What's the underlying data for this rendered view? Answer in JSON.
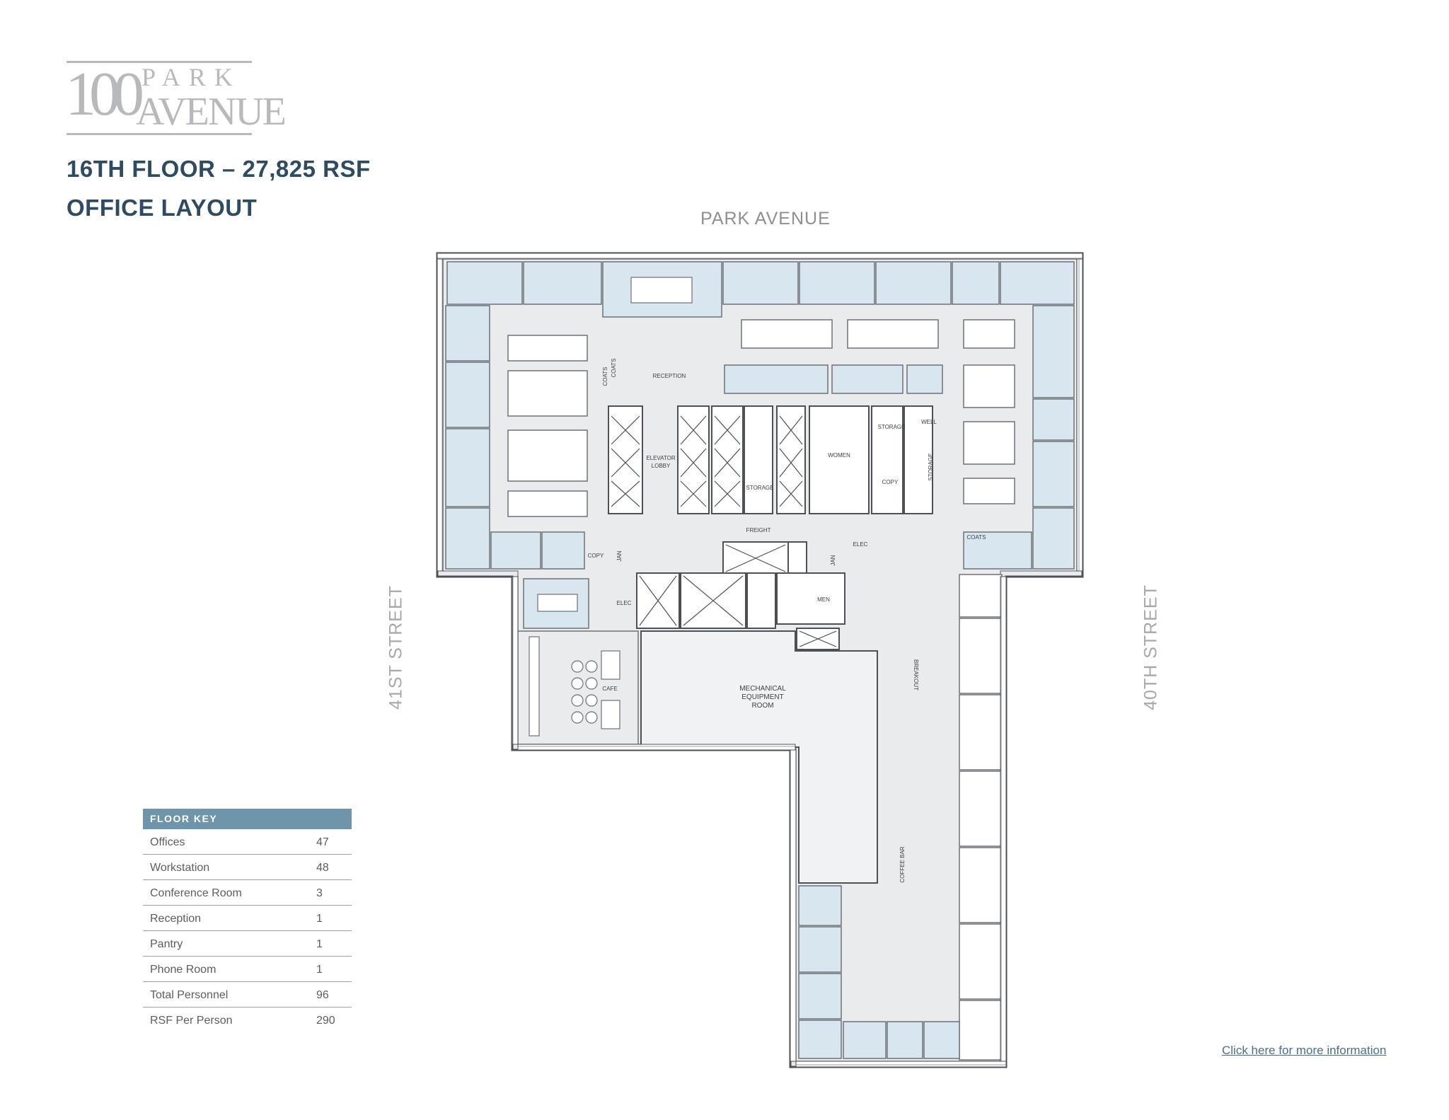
{
  "logo": {
    "number": "100",
    "line1": "PARK",
    "line2": "AVENUE"
  },
  "heading": {
    "floor": "16TH FLOOR – 27,825 RSF",
    "layout": "OFFICE LAYOUT"
  },
  "streets": {
    "top": "PARK AVENUE",
    "left": "41ST STREET",
    "right": "40TH STREET"
  },
  "rooms": {
    "reception": "RECEPTION",
    "elevator_lobby_1": "ELEVATOR",
    "elevator_lobby_2": "LOBBY",
    "women": "WOMEN",
    "men": "MEN",
    "storage_a": "STORAGE",
    "storage_b": "STORAGE",
    "storage_c": "STORAGE",
    "well": "WELL",
    "copy_a": "COPY",
    "copy_b": "COPY",
    "freight": "FREIGHT",
    "elec_a": "ELEC",
    "elec_b": "ELEC",
    "jan_a": "JAN",
    "jan_b": "JAN",
    "coats_a": "COATS",
    "coats_b": "COATS",
    "coats_c": "COATS",
    "cafe": "CAFE",
    "mech_1": "MECHANICAL",
    "mech_2": "EQUIPMENT",
    "mech_3": "ROOM",
    "breakout": "BREAKOUT",
    "coffee_bar": "COFFEE BAR"
  },
  "floor_key": {
    "title": "FLOOR KEY",
    "rows": [
      {
        "label": "Offices",
        "value": "47"
      },
      {
        "label": "Workstation",
        "value": "48"
      },
      {
        "label": "Conference Room",
        "value": "3"
      },
      {
        "label": "Reception",
        "value": "1"
      },
      {
        "label": "Pantry",
        "value": "1"
      },
      {
        "label": "Phone Room",
        "value": "1"
      },
      {
        "label": "Total Personnel",
        "value": "96"
      },
      {
        "label": "RSF Per Person",
        "value": "290"
      }
    ]
  },
  "more_info_link": "Click here for more information",
  "colors": {
    "heading": "#2d4c63",
    "key_header": "#6f95aa",
    "office_fill": "#d7e6ef",
    "corridor_fill": "#e9ebec"
  }
}
